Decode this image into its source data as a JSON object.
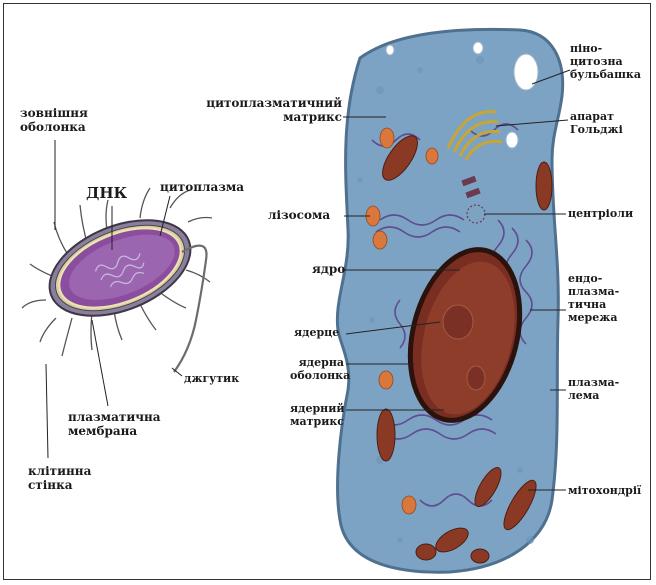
{
  "colors": {
    "cell_cytoplasm": "#7da3c4",
    "nucleus": "#7a2e22",
    "bacterium": "#8b4e9e",
    "mitochondria": "#8a3a24",
    "lysosome": "#d9773d"
  },
  "bacterium": {
    "labels": {
      "outer_membrane": "зовнішня\nоболонка",
      "dna": "ДНК",
      "cytoplasm": "цитоплазма",
      "flagellum": "джгутик",
      "plasma_membrane": "плазматична\nмембрана",
      "cell_wall": "клітинна\nстінка"
    }
  },
  "eukaryote": {
    "labels": {
      "pinocytic_vesicle": "піно-\nцитозна\nбульбашка",
      "cytoplasmic_matrix": "цитоплазматичний\nматрикс",
      "golgi": "апарат\nГольджі",
      "lysosome": "лізосома",
      "centrioles": "центріоли",
      "nucleus": "ядро",
      "er": "ендо-\nплазма-\nтична\nмережа",
      "nucleolus": "ядерце",
      "nuclear_envelope": "ядерна\nоболонка",
      "plasmalemma": "плазма-\nлема",
      "nuclear_matrix": "ядерний\nматрикс",
      "mitochondria": "мітохондрії"
    }
  }
}
